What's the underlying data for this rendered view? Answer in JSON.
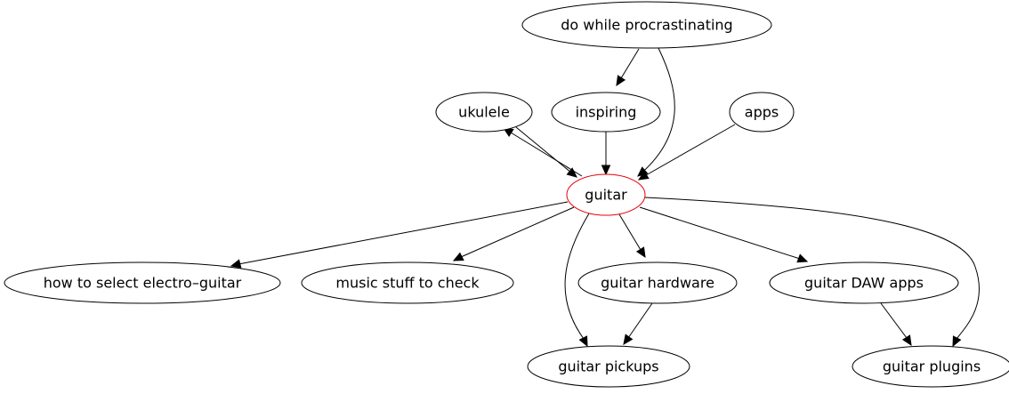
{
  "graph": {
    "highlight_color": "#e8000b",
    "nodes": [
      {
        "id": "procrastinating",
        "label": "do while procrastinating",
        "interactable": true
      },
      {
        "id": "ukulele",
        "label": "ukulele",
        "interactable": true
      },
      {
        "id": "inspiring",
        "label": "inspiring",
        "interactable": true
      },
      {
        "id": "apps",
        "label": "apps",
        "interactable": true
      },
      {
        "id": "guitar",
        "label": "guitar",
        "interactable": true,
        "selected": true
      },
      {
        "id": "electro",
        "label": "how to select electro–guitar",
        "interactable": true
      },
      {
        "id": "music",
        "label": "music stuff to check",
        "interactable": true
      },
      {
        "id": "hardware",
        "label": "guitar hardware",
        "interactable": true
      },
      {
        "id": "daw",
        "label": "guitar DAW apps",
        "interactable": true
      },
      {
        "id": "pickups",
        "label": "guitar pickups",
        "interactable": true
      },
      {
        "id": "plugins",
        "label": "guitar plugins",
        "interactable": true
      }
    ],
    "edges": [
      {
        "from": "procrastinating",
        "to": "inspiring"
      },
      {
        "from": "procrastinating",
        "to": "guitar"
      },
      {
        "from": "ukulele",
        "to": "guitar"
      },
      {
        "from": "guitar",
        "to": "ukulele"
      },
      {
        "from": "inspiring",
        "to": "guitar"
      },
      {
        "from": "apps",
        "to": "guitar"
      },
      {
        "from": "guitar",
        "to": "electro"
      },
      {
        "from": "guitar",
        "to": "music"
      },
      {
        "from": "guitar",
        "to": "hardware"
      },
      {
        "from": "guitar",
        "to": "daw"
      },
      {
        "from": "guitar",
        "to": "pickups"
      },
      {
        "from": "guitar",
        "to": "plugins"
      },
      {
        "from": "hardware",
        "to": "pickups"
      },
      {
        "from": "daw",
        "to": "plugins"
      }
    ]
  }
}
